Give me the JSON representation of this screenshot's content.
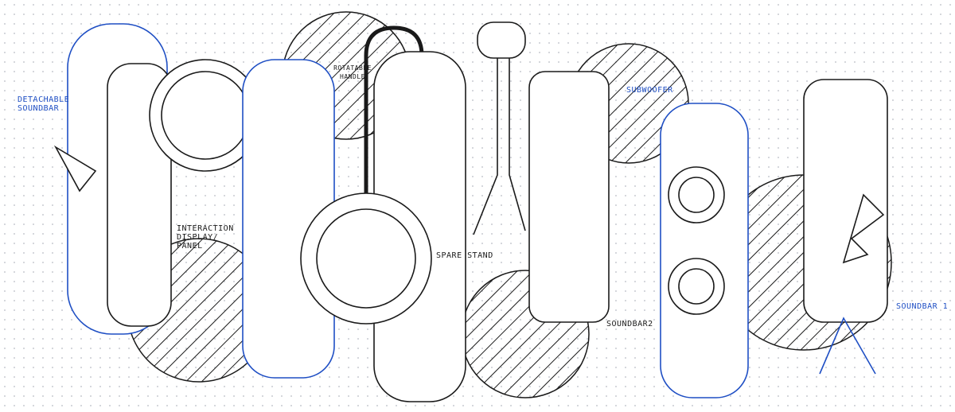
{
  "colors": {
    "ink": "#1a1a1a",
    "blue": "#1f4fc4"
  },
  "labels": {
    "detachable": "Detachable Soundbar",
    "handle": "Rotatable Handle",
    "display": "Interaction Display/ Panel",
    "stand": "Spare Stand",
    "subwoofer": "Subwoofer",
    "soundbar2": "Soundbar2",
    "soundbar1": "Soundbar 1"
  }
}
